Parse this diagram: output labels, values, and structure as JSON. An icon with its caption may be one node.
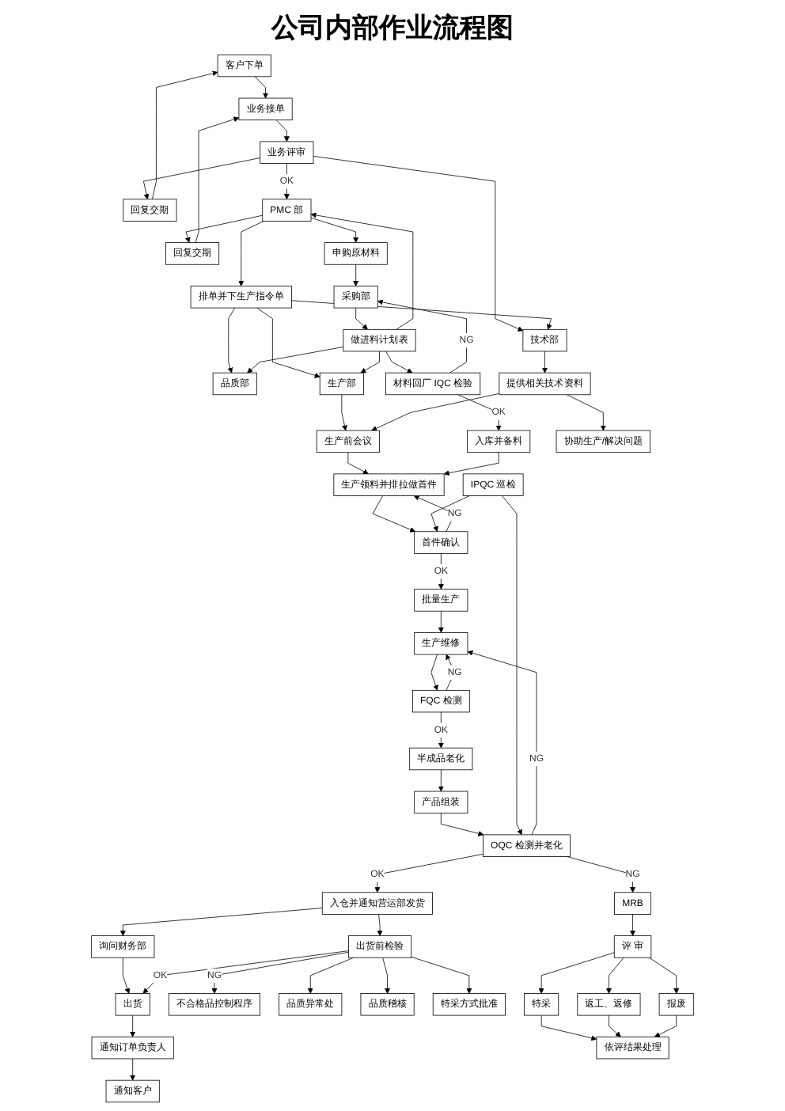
{
  "diagram": {
    "title": "公司内部作业流程图",
    "nodes": [
      {
        "text": [
          "客户下单"
        ]
      },
      {
        "text": [
          "业务接单"
        ]
      },
      {
        "text": [
          "通知订单负责人"
        ]
      },
      {
        "text": [
          "通知客户"
        ]
      },
      {
        "text": [
          "回复交期"
        ]
      },
      {
        "text": [
          "回复交期"
        ]
      },
      {
        "text": [
          "业务评审"
        ]
      },
      {
        "text": [
          "出货"
        ]
      },
      {
        "text": [
          "不合格品控制程序"
        ]
      },
      {
        "text": [
          "品质异常处"
        ]
      },
      {
        "text": [
          "出货前检验"
        ]
      },
      {
        "text": [
          "PMC 部"
        ]
      },
      {
        "text": [
          "品质稽核"
        ]
      },
      {
        "text": [
          "询问财务部"
        ]
      },
      {
        "text": [
          "特采方式批准"
        ]
      },
      {
        "text": [
          "排单并下生产指令单"
        ]
      },
      {
        "text": [
          "申购原材料"
        ]
      },
      {
        "text": [
          "依评结果处理"
        ]
      },
      {
        "text": [
          "采购部"
        ]
      },
      {
        "text": [
          "技术部"
        ]
      },
      {
        "text": [
          "品质部"
        ]
      },
      {
        "text": [
          "生产部"
        ]
      },
      {
        "text": [
          "特采"
        ]
      },
      {
        "text": [
          "返工、返修"
        ]
      },
      {
        "text": [
          "报废"
        ]
      },
      {
        "text": [
          "做进料计划表"
        ]
      },
      {
        "text": [
          "评 审"
        ]
      },
      {
        "text": [
          "材料回厂 IQC 检验"
        ]
      },
      {
        "text": [
          "入仓并通知营运部发货"
        ]
      },
      {
        "text": [
          "MRB"
        ]
      },
      {
        "text": [
          "提供相关技术资料"
        ]
      },
      {
        "text": [
          "生产前会议"
        ]
      },
      {
        "text": [
          "入库并备料"
        ]
      },
      {
        "text": [
          "生产领料并排拉做首件"
        ]
      },
      {
        "text": [
          "产品组装"
        ]
      },
      {
        "text": [
          "OQC 检测并老化"
        ]
      },
      {
        "text": [
          "协助生产/解决问题"
        ]
      },
      {
        "text": [
          "首件确认"
        ]
      },
      {
        "text": [
          "批量生产"
        ]
      },
      {
        "text": [
          "生产维修"
        ]
      },
      {
        "text": [
          "FQC 检测"
        ]
      },
      {
        "text": [
          "半成品老化"
        ]
      },
      {
        "text": [
          "IPQC 巡检"
        ]
      }
    ],
    "edges": [
      {
        "from": 0,
        "to": 1,
        "arrow": "to"
      },
      {
        "from": 4,
        "to": 0,
        "arrow": "to"
      },
      {
        "from": 6,
        "to": 4,
        "arrow": "to"
      },
      {
        "from": 1,
        "to": 6,
        "arrow": "to"
      },
      {
        "from": 5,
        "to": 1,
        "arrow": "to"
      },
      {
        "from": 6,
        "to": 11,
        "arrow": "to",
        "label": "OK"
      },
      {
        "from": 6,
        "to": 19,
        "arrow": "to"
      },
      {
        "from": 11,
        "to": 5,
        "arrow": "to"
      },
      {
        "from": 11,
        "to": 16,
        "arrow": "to"
      },
      {
        "from": 11,
        "to": 15,
        "arrow": "to"
      },
      {
        "from": 25,
        "to": 11,
        "arrow": "to"
      },
      {
        "from": 15,
        "to": 19,
        "arrow": "to"
      },
      {
        "from": 15,
        "to": 20,
        "arrow": "to"
      },
      {
        "from": 15,
        "to": 21,
        "arrow": "to"
      },
      {
        "from": 16,
        "to": 18,
        "arrow": "to"
      },
      {
        "from": 18,
        "to": 25,
        "arrow": "to"
      },
      {
        "from": 25,
        "to": 27,
        "arrow": "to"
      },
      {
        "from": 27,
        "to": 18,
        "arrow": "to",
        "label": "NG"
      },
      {
        "from": 27,
        "to": 32,
        "arrow": "to",
        "label": "OK"
      },
      {
        "from": 25,
        "to": 20,
        "arrow": "to"
      },
      {
        "from": 25,
        "to": 21,
        "arrow": "to"
      },
      {
        "from": 21,
        "to": 31,
        "arrow": "to"
      },
      {
        "from": 19,
        "to": 30,
        "arrow": "to"
      },
      {
        "from": 30,
        "to": 31,
        "arrow": "to"
      },
      {
        "from": 30,
        "to": 36,
        "arrow": "to"
      },
      {
        "from": 31,
        "to": 33,
        "arrow": "to"
      },
      {
        "from": 32,
        "to": 33,
        "arrow": "to"
      },
      {
        "from": 33,
        "to": 37,
        "arrow": "to"
      },
      {
        "from": 37,
        "to": 33,
        "arrow": "to",
        "label": "NG"
      },
      {
        "from": 37,
        "to": 38,
        "arrow": "to",
        "label": "OK"
      },
      {
        "from": 42,
        "to": 37,
        "arrow": "to"
      },
      {
        "from": 38,
        "to": 39,
        "arrow": "to"
      },
      {
        "from": 39,
        "to": 40,
        "arrow": "to"
      },
      {
        "from": 40,
        "to": 39,
        "arrow": "to",
        "label": "NG"
      },
      {
        "from": 40,
        "to": 41,
        "arrow": "to",
        "label": "OK"
      },
      {
        "from": 41,
        "to": 34,
        "arrow": "to"
      },
      {
        "from": 34,
        "to": 35,
        "arrow": "to"
      },
      {
        "from": 35,
        "to": 39,
        "arrow": "to",
        "label": "NG"
      },
      {
        "from": 42,
        "to": 35,
        "arrow": "to"
      },
      {
        "from": 35,
        "to": 28,
        "arrow": "to",
        "label": "OK"
      },
      {
        "from": 35,
        "to": 29,
        "arrow": "to",
        "label": "NG"
      },
      {
        "from": 29,
        "to": 26,
        "arrow": "to"
      },
      {
        "from": 26,
        "to": 22,
        "arrow": "to"
      },
      {
        "from": 26,
        "to": 23,
        "arrow": "to"
      },
      {
        "from": 26,
        "to": 24,
        "arrow": "to"
      },
      {
        "from": 22,
        "to": 17,
        "arrow": "to"
      },
      {
        "from": 23,
        "to": 17,
        "arrow": "to"
      },
      {
        "from": 24,
        "to": 17,
        "arrow": "to"
      },
      {
        "from": 28,
        "to": 10,
        "arrow": "to"
      },
      {
        "from": 28,
        "to": 13,
        "arrow": "to"
      },
      {
        "from": 13,
        "to": 7,
        "arrow": "to"
      },
      {
        "from": 10,
        "to": 7,
        "arrow": "to",
        "label": "OK"
      },
      {
        "from": 7,
        "to": 2,
        "arrow": "to"
      },
      {
        "from": 2,
        "to": 3,
        "arrow": "to"
      },
      {
        "from": 10,
        "to": 8,
        "arrow": "to",
        "label": "NG"
      },
      {
        "from": 10,
        "to": 9,
        "arrow": "to"
      },
      {
        "from": 10,
        "to": 12,
        "arrow": "to"
      },
      {
        "from": 10,
        "to": 14,
        "arrow": "to"
      }
    ]
  }
}
